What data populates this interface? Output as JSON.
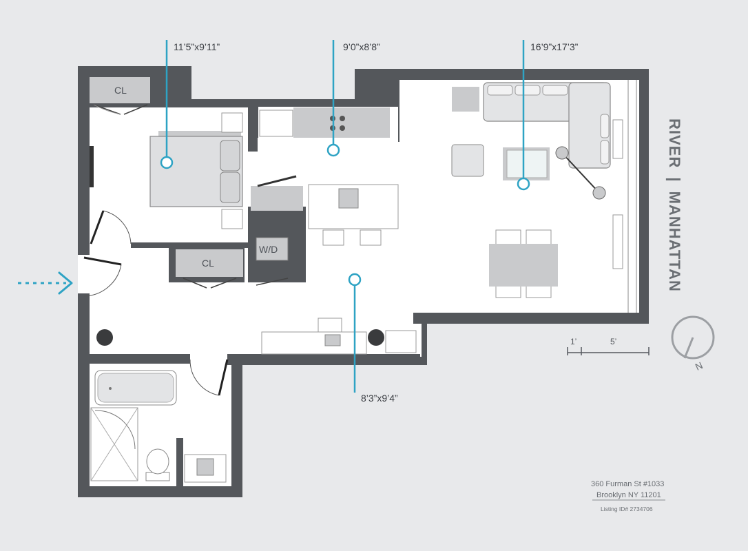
{
  "room_dimensions": {
    "bedroom": "11’5”x9’11”",
    "kitchen": "9’0”x8’8”",
    "living": "16’9”x17’3”",
    "foyer": "8’3”x9’4”"
  },
  "room_labels": {
    "closet_1": "CL",
    "closet_2": "CL",
    "laundry": "W/D"
  },
  "view": {
    "river": "RIVER",
    "separator": "|",
    "borough": "MANHATTAN"
  },
  "scale": {
    "short": "1’",
    "long": "5’"
  },
  "compass": {
    "north": "N"
  },
  "address": {
    "line1": "360 Furman St #1033",
    "line2": "Brooklyn NY 11201",
    "listing": "Listing ID# 2734706"
  },
  "colors": {
    "wall": "#54575b",
    "marker": "#2ea3c4",
    "fixture": "#c9cacc",
    "floor": "#ffffff",
    "background": "#e8e9eb"
  }
}
